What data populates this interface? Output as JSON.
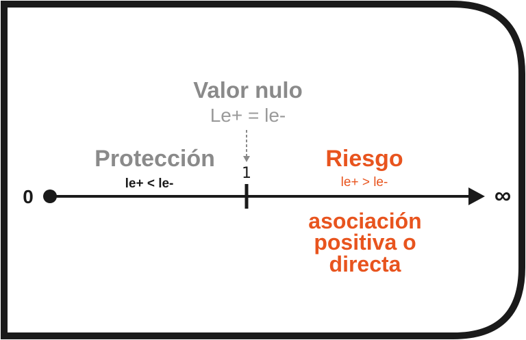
{
  "colors": {
    "frame": "#1a1a1a",
    "axis": "#1a1a1a",
    "neutral_text": "#8a8a8a",
    "risk_text": "#e8541e"
  },
  "null_value": {
    "title": "Valor nulo",
    "formula": "Le+ = le-"
  },
  "axis": {
    "start_label": "0",
    "end_label": "∞",
    "tick_label": "1"
  },
  "protection": {
    "title": "Protección",
    "formula": "le+ < le-"
  },
  "risk": {
    "title": "Riesgo",
    "formula": "le+ > le-",
    "description_lines": [
      "asociación",
      "positiva o",
      "directa"
    ]
  },
  "icons": {
    "start_point": "filled-circle-icon",
    "end_arrow": "arrowhead-right-icon",
    "null_pointer": "dashed-down-arrow-icon"
  }
}
